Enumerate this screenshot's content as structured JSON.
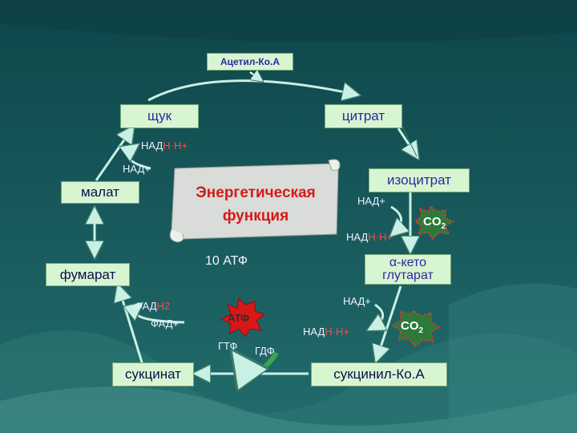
{
  "metabolites": {
    "acetyl_coa": "Ацетил-Ко.А",
    "oxaloacetate": "щук",
    "citrate": "цитрат",
    "isocitrate": "изоцитрат",
    "malate": "малат",
    "fumarate": "фумарат",
    "alpha_keto_line1": "α-кето",
    "alpha_keto_line2": "глутарат",
    "succinate": "сукцинат",
    "succinyl_coa": "сукцинил-Ко.А"
  },
  "cofactors": {
    "nad_plus": "НАД+",
    "nad_prefix": "НАД",
    "nadh_red": "Н·Н+",
    "fad_prefix": "ФАД",
    "fadh2_red": "Н2",
    "fad_plus": "ФАД+",
    "gtp": "ГТФ",
    "gdp": "ГДФ",
    "co2_main": "CO",
    "co2_sub": "2"
  },
  "center": {
    "title_line1": "Энергетическая",
    "title_line2": "функция",
    "atp_total": "10 АТФ",
    "atp_star": "АТФ"
  },
  "colors": {
    "box_fill": "#d8f5d2",
    "label_red": "#ff4a4a",
    "atp_star": "#d81818",
    "co2_star": "#2c7a3a",
    "arrow": "#c9f0e4"
  }
}
